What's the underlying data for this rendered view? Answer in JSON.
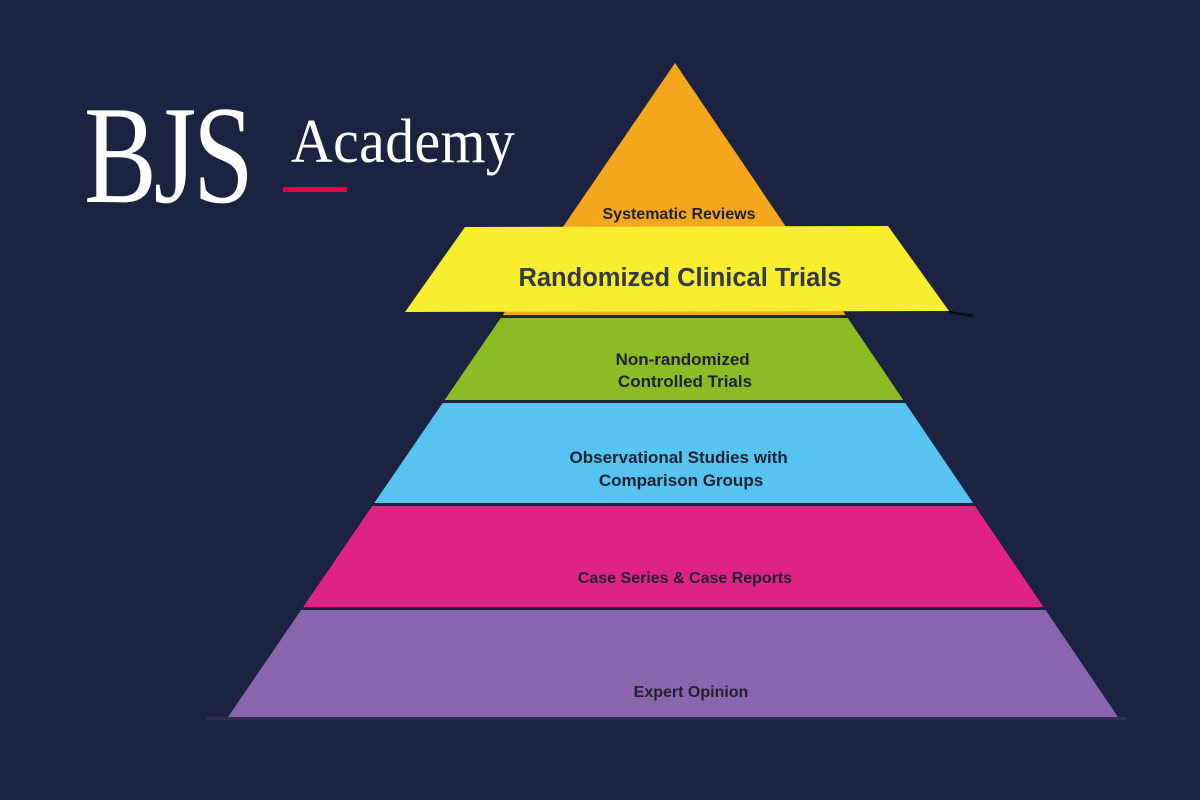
{
  "background": {
    "color": "#1b2340"
  },
  "logo": {
    "name": "BJS Academy",
    "bjs": "BJS",
    "academy": "Academy",
    "text_color": "#ffffff",
    "underline_color": "#e50043"
  },
  "pyramid": {
    "description": "Hierarchy of evidence pyramid",
    "label_color": "#1d2130",
    "banner_label_color": "#333a46",
    "banner_border_color": "#0b0e14",
    "baseline_color": "#342b4e",
    "levels": [
      {
        "id": "systematic-reviews",
        "color": "#f4a71d",
        "lines": [
          "Systematic Reviews"
        ]
      },
      {
        "id": "randomized-clinical-trials",
        "color": "#f8ed2f",
        "lines": [
          "Randomized Clinical Trials"
        ]
      },
      {
        "id": "non-randomized-controlled-trials",
        "color": "#8abc26",
        "lines": [
          "Non-randomized",
          "Controlled Trials"
        ]
      },
      {
        "id": "observational-studies-with-comparison-groups",
        "color": "#57c3f0",
        "lines": [
          "Observational Studies with",
          "Comparison Groups"
        ]
      },
      {
        "id": "case-series-case-reports",
        "color": "#de2385",
        "lines": [
          "Case Series & Case Reports"
        ]
      },
      {
        "id": "expert-opinion",
        "color": "#8a64ad",
        "lines": [
          "Expert Opinion"
        ]
      }
    ]
  }
}
